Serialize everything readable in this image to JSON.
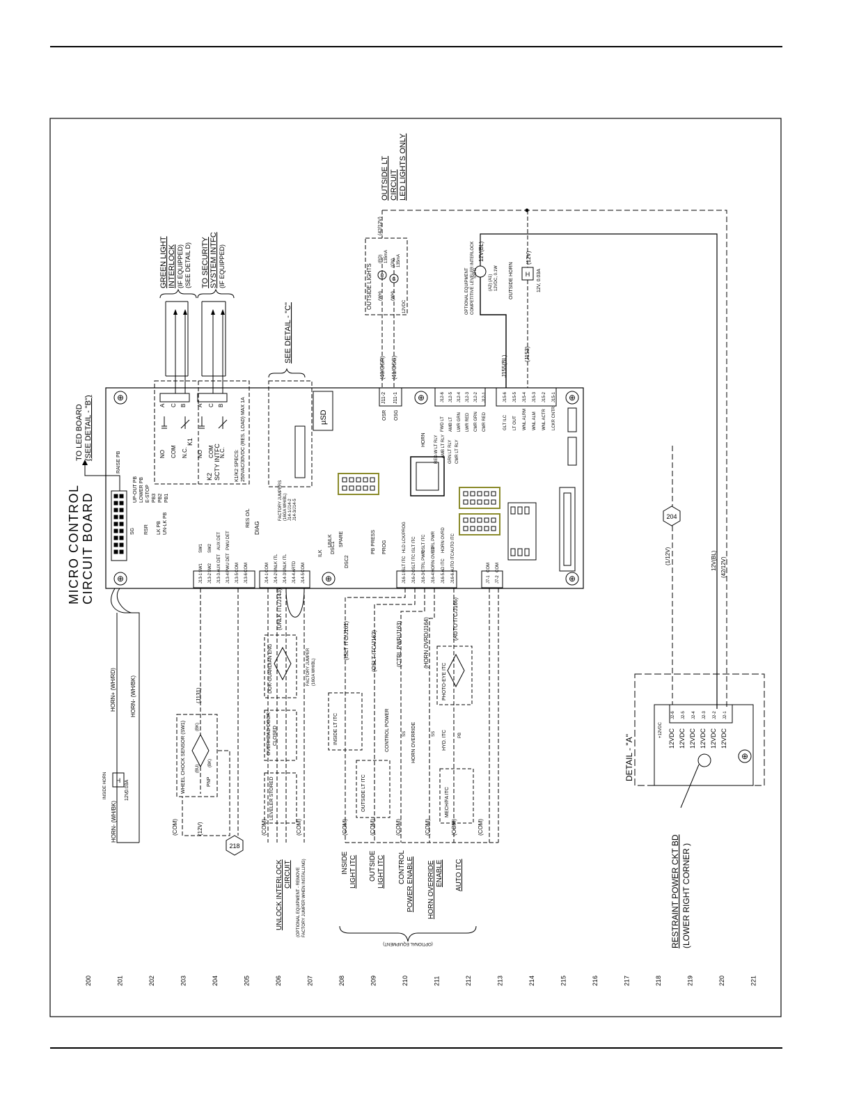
{
  "title": {
    "line1": "MICRO CONTROL",
    "line2": "CIRCUIT BOARD"
  },
  "top_links": {
    "led_board": [
      "TO LED BOARD",
      "(SEE DETAIL - \"B\")"
    ],
    "green_light": [
      "GREEN LIGHT",
      "INTERLOCK",
      "(IF EQUIPPED)",
      "(SEE DETAIL D)"
    ],
    "security": [
      "TO SECURITY",
      "SYSTEM INTFC",
      "(IF EQUIPPED)"
    ],
    "detail_c": "SEE DETAIL - \"C\"",
    "outside_lt": [
      "OUTSIDE LT",
      "CIRCUIT",
      "LED LIGHTS ONLY"
    ]
  },
  "relays": {
    "k1": "K1",
    "k2": [
      "K2",
      "SCTY INTFC"
    ],
    "contacts": [
      "NO",
      "COM",
      "N.C."
    ],
    "pins": [
      "A",
      "C",
      "B"
    ],
    "specs": [
      "K1/K2 SPECS:",
      "250VAC/30VDC (RES. LOAD) MAX 1A"
    ]
  },
  "board_labels": {
    "sd": "µSD",
    "raise": "RAISE PB",
    "left_buttons": [
      "UP-OUT PB",
      "LOWER PB",
      "E-STOP",
      "PB3",
      "PB2",
      "PB1"
    ],
    "left_mid": [
      "SG",
      "RSR",
      "LK PB",
      "UN-LK PB"
    ],
    "diag": [
      "DIAG",
      "RES O/L"
    ],
    "jumpers": [
      "FACTORY JUMPERS",
      "(16GA WH/BL)",
      "J14-1/J14-2",
      "J14-3/J14-5"
    ],
    "mid": [
      "SPARE",
      "DSC1",
      "DSC2",
      "UNLK",
      "ILK",
      "PB PRESS",
      "PROG"
    ],
    "right_leds": [
      "RED-W LT RLY",
      "AMB LT RLY",
      "GRN LT RLY",
      "CMR LT RLY"
    ],
    "horn_led": "HORN"
  },
  "j11": {
    "pins": [
      "J11-2",
      "J11-1"
    ],
    "names": [
      "OSR",
      "OSG"
    ],
    "wires": [
      "(40/OSR)",
      "(41/OSG)"
    ]
  },
  "j12": {
    "pins": [
      "J12-6",
      "J12-5",
      "J12-4",
      "J12-3",
      "J12-2",
      "J12-1"
    ],
    "names": [
      "FWD LT",
      "AMB LT",
      "LWR GRN",
      "LWR RED",
      "CMR GRN",
      "CMR RED"
    ]
  },
  "j15": {
    "pins": [
      "J15-6",
      "J15-5",
      "J15-4",
      "J15-3",
      "J15-2",
      "J15-1"
    ],
    "names": [
      "GLT ILC",
      "LT OUT",
      "WNL ALRM",
      "WNL ALM",
      "WNL ACTR",
      "LCKR CNTR"
    ],
    "wires": [
      "J155(BL)",
      "(J153)"
    ]
  },
  "j13": {
    "pins": [
      "J13-1",
      "J13-2",
      "J13-3",
      "J13-4",
      "J13-5",
      "J13-6"
    ],
    "names": [
      "SW1",
      "SW2",
      "AUX DET",
      "PWU DET",
      "COM",
      "COM"
    ],
    "leds": [
      "SW1",
      "SW2",
      "AUX DET",
      "PWU DET"
    ]
  },
  "j14": {
    "pins": [
      "J14-1",
      "J14-2",
      "J14-3",
      "J14-4",
      "J14-5"
    ],
    "names": [
      "COM",
      "UNLK ITL",
      "UNLK ITL",
      "ARTD",
      "COM"
    ]
  },
  "j16": {
    "pins": [
      "J16-1",
      "J16-2",
      "J16-3",
      "J16-4",
      "J16-5",
      "J16-6"
    ],
    "names": [
      "ISLT ITC",
      "OSLT ITC",
      "CTRL PWR",
      "HORN OVRD",
      "AD ITC",
      "AUTO ITC"
    ],
    "leds": [
      "HLD LCK/PROG",
      "ISLT ITC",
      "OSLT ITC",
      "CTRL PWR",
      "HORN OVRD",
      "AUTO ITC"
    ]
  },
  "j7": {
    "pins": [
      "J7-1",
      "J7-2"
    ],
    "names": [
      "COM",
      "COM"
    ]
  },
  "wire_labels": {
    "j131": "(J131)",
    "unlk": "(UNLK ITL/J143)",
    "islt": "(ISLT ITC/J161)",
    "oslt": "(OSLT ITC/J162)",
    "ctrl": "(CTRL PWR/J163)",
    "horn": "(HORN OVRD/J164)",
    "auto": "(AUTO ITC/J166)",
    "com": "(COM)",
    "v12": "(12V)",
    "v12_bl": "12V(BL)",
    "v42": "(42/12V)",
    "v1": "(1/12V)"
  },
  "horn": {
    "inside": "INSIDE HORN",
    "spec": [
      "12V,",
      "0.03A"
    ],
    "plus": "HORN+ (WH/RD)",
    "minus_top": "HORN- (WH/BK)",
    "minus_bottom": "HORN- (WH/BK)"
  },
  "sensors": {
    "wheel_chock": "WHEEL CHOCK SENSOR (SW1)",
    "pnp": "PNP",
    "wheel_pins": [
      "(BK)",
      "(BU)",
      "(BK)"
    ],
    "leveler": "LEVELER STORED",
    "overhead": [
      "OVERHEAD DOOR",
      "CLOSED"
    ],
    "dok_guardian": "DOK-GUARDIAN ENG",
    "factory_jumper": [
      "FACTORY JUMPER",
      "(16GA WH/BL)"
    ],
    "inside_lt": "INSIDE LT ITC",
    "outside_lt": "OUTSIDE LT ITC",
    "control_power": "CONTROL POWER",
    "horn_override": "HORN OVERRIDE",
    "ss": "SS",
    "hyd": "HYD. ITC",
    "pb": "PB",
    "photo_eye": "PHOTO-EYE ITC",
    "mech": "MECH/FA ITC"
  },
  "outside_lights": {
    "title": "OUTSIDE LIGHTS",
    "red": [
      "(WH)",
      "(RD)",
      "12VDC",
      "135mA"
    ],
    "green": [
      "(WH)",
      "(GN)",
      "12VDC",
      "135mA"
    ]
  },
  "optional_equipment": [
    "OPTIONAL EQUIPMENT",
    "COMPETITIVE LEVELER INTERLOCK",
    "SSR1",
    "(A2) (A1)",
    "12VDC, 0.1W"
  ],
  "outside_horn": {
    "label": "OUTSIDE HORN",
    "spec": "12V, 0.03A"
  },
  "bottom_labels": {
    "unlock": [
      "UNLOCK INTERLOCK",
      "CIRCUIT"
    ],
    "unlock_note": [
      "(OPTIONAL EQUIPMENT - REMOVE",
      "FACTORY JUMPER WHEN INSTALLING)"
    ],
    "inside": [
      "INSIDE",
      "LIGHT ITC"
    ],
    "outside": [
      "OUTSIDE",
      "LIGHT ITC"
    ],
    "control": [
      "CONTROL",
      "POWER ENABLE"
    ],
    "horn": [
      "HORN OVERRIDE",
      "ENABLE"
    ],
    "auto": "AUTO ITC",
    "optional": "(OPTIONAL EQUIPMENT)"
  },
  "detail_a": {
    "title": "DETAIL - \"A\"",
    "header": "+12VDC",
    "voltages": [
      "12VDC",
      "12VDC",
      "12VDC",
      "12VDC",
      "12VDC",
      "12VDC"
    ],
    "pins": [
      "J2-6",
      "J2-5",
      "J2-4",
      "J2-3",
      "J2-2",
      "J2-1"
    ],
    "restraint": [
      "RESTRAINT POWER CKT BD",
      "(LOWER RIGHT CORNER )"
    ]
  },
  "ref_218": "218",
  "ref_204": "204",
  "grid_numbers": [
    "200",
    "201",
    "202",
    "203",
    "204",
    "205",
    "206",
    "207",
    "208",
    "209",
    "210",
    "211",
    "212",
    "213",
    "214",
    "215",
    "216",
    "217",
    "218",
    "219",
    "220",
    "221"
  ]
}
